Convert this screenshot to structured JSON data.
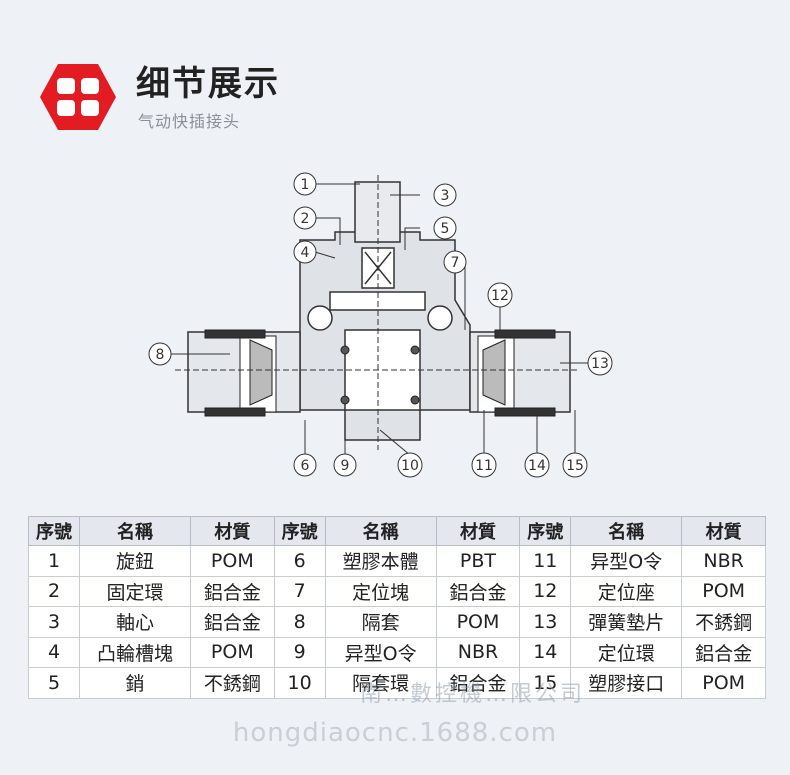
{
  "header": {
    "title": "细节展示",
    "subtitle": "气动快插接头"
  },
  "diagram": {
    "callouts": [
      "1",
      "2",
      "3",
      "4",
      "5",
      "6",
      "7",
      "8",
      "9",
      "10",
      "11",
      "12",
      "13",
      "14",
      "15"
    ]
  },
  "table": {
    "headers": [
      "序號",
      "名稱",
      "材質",
      "序號",
      "名稱",
      "材質",
      "序號",
      "名稱",
      "材質"
    ],
    "rows": [
      [
        "1",
        "旋鈕",
        "POM",
        "6",
        "塑膠本體",
        "PBT",
        "11",
        "异型O令",
        "NBR"
      ],
      [
        "2",
        "固定環",
        "鋁合金",
        "7",
        "定位塊",
        "鋁合金",
        "12",
        "定位座",
        "POM"
      ],
      [
        "3",
        "軸心",
        "鋁合金",
        "8",
        "隔套",
        "POM",
        "13",
        "彈簧墊片",
        "不銹鋼"
      ],
      [
        "4",
        "凸輪槽塊",
        "POM",
        "9",
        "异型O令",
        "NBR",
        "14",
        "定位環",
        "鋁合金"
      ],
      [
        "5",
        "銷",
        "不銹鋼",
        "10",
        "隔套環",
        "鋁合金",
        "15",
        "塑膠接口",
        "POM"
      ]
    ]
  },
  "watermark": {
    "bottom": "hongdiaocnc.1688.com",
    "overlay": "南…數控機…限公司"
  },
  "colors": {
    "logo": "#e31b23",
    "accent": "#222222"
  }
}
